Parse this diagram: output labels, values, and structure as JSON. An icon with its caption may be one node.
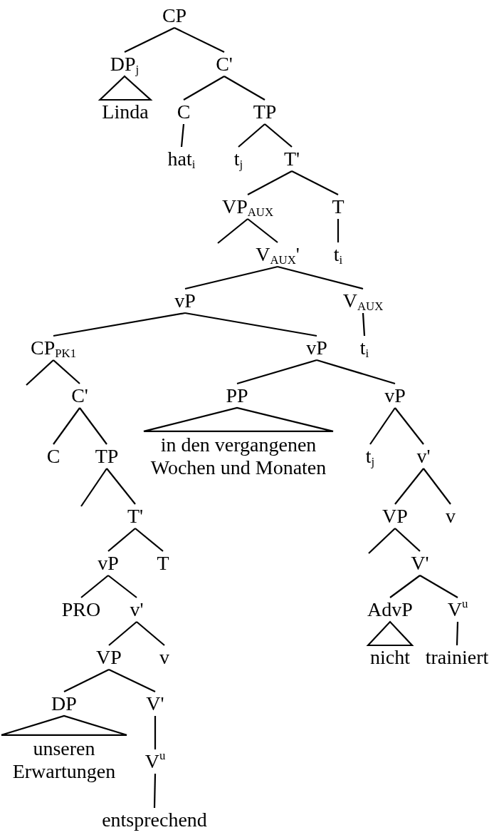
{
  "diagram": {
    "nodes": [
      {
        "text": [
          "CP"
        ]
      },
      {
        "text": [
          "DP$_{j}$"
        ]
      },
      {
        "text": [
          "C'"
        ]
      },
      {
        "text": [
          "Linda"
        ]
      },
      {
        "text": [
          "C"
        ]
      },
      {
        "text": [
          "TP"
        ]
      },
      {
        "text": [
          "hat$_{i}$"
        ]
      },
      {
        "text": [
          "t$_{j}$"
        ]
      },
      {
        "text": [
          "T'"
        ]
      },
      {
        "text": [
          "VP$_{AUX}$"
        ]
      },
      {
        "text": [
          "T"
        ]
      },
      {
        "text": [
          "V$_{AUX}$'"
        ]
      },
      {
        "text": [
          "t$_{i}$"
        ]
      },
      {
        "text": [
          "vP"
        ]
      },
      {
        "text": [
          "V$_{AUX}$"
        ]
      },
      {
        "text": [
          "CP$_{PK1}$"
        ]
      },
      {
        "text": [
          "vP"
        ]
      },
      {
        "text": [
          "t$_{i}$"
        ]
      },
      {
        "text": [
          "C'"
        ]
      },
      {
        "text": [
          "PP"
        ]
      },
      {
        "text": [
          "vP"
        ]
      },
      {
        "text": [
          "C"
        ]
      },
      {
        "text": [
          "TP"
        ]
      },
      {
        "text": [
          "in den vergangenen Wochen und Monaten"
        ]
      },
      {
        "text": [
          "t$_{j}$"
        ]
      },
      {
        "text": [
          "v'"
        ]
      },
      {
        "text": [
          "T'"
        ]
      },
      {
        "text": [
          "VP"
        ]
      },
      {
        "text": [
          "v"
        ]
      },
      {
        "text": [
          "vP"
        ]
      },
      {
        "text": [
          "T"
        ]
      },
      {
        "text": [
          "V'"
        ]
      },
      {
        "text": [
          "PRO"
        ]
      },
      {
        "text": [
          "v'"
        ]
      },
      {
        "text": [
          "AdvP"
        ]
      },
      {
        "text": [
          "V$^{u}$"
        ]
      },
      {
        "text": [
          "VP"
        ]
      },
      {
        "text": [
          "v"
        ]
      },
      {
        "text": [
          "nicht"
        ]
      },
      {
        "text": [
          "trainiert"
        ]
      },
      {
        "text": [
          "DP"
        ]
      },
      {
        "text": [
          "V'"
        ]
      },
      {
        "text": [
          "unseren Erwartungen"
        ]
      },
      {
        "text": [
          "V$^{u}$"
        ]
      },
      {
        "text": [
          "entsprechend"
        ]
      }
    ],
    "edges": [
      {
        "from": 0,
        "to": 1,
        "arrow": "none"
      },
      {
        "from": 0,
        "to": 2,
        "arrow": "none"
      },
      {
        "from": 1,
        "to": 3,
        "arrow": "none"
      },
      {
        "from": 2,
        "to": 4,
        "arrow": "none"
      },
      {
        "from": 2,
        "to": 5,
        "arrow": "none"
      },
      {
        "from": 4,
        "to": 6,
        "arrow": "none"
      },
      {
        "from": 5,
        "to": 7,
        "arrow": "none"
      },
      {
        "from": 5,
        "to": 8,
        "arrow": "none"
      },
      {
        "from": 8,
        "to": 9,
        "arrow": "none"
      },
      {
        "from": 8,
        "to": 10,
        "arrow": "none"
      },
      {
        "from": 9,
        "to": null,
        "arrow": "none"
      },
      {
        "from": 9,
        "to": 11,
        "arrow": "none"
      },
      {
        "from": 10,
        "to": 12,
        "arrow": "none"
      },
      {
        "from": 11,
        "to": 13,
        "arrow": "none"
      },
      {
        "from": 11,
        "to": 14,
        "arrow": "none"
      },
      {
        "from": 13,
        "to": 15,
        "arrow": "none"
      },
      {
        "from": 13,
        "to": 16,
        "arrow": "none"
      },
      {
        "from": 14,
        "to": 17,
        "arrow": "none"
      },
      {
        "from": 15,
        "to": null,
        "arrow": "none"
      },
      {
        "from": 15,
        "to": 18,
        "arrow": "none"
      },
      {
        "from": 16,
        "to": 19,
        "arrow": "none"
      },
      {
        "from": 16,
        "to": 20,
        "arrow": "none"
      },
      {
        "from": 18,
        "to": 21,
        "arrow": "none"
      },
      {
        "from": 18,
        "to": 22,
        "arrow": "none"
      },
      {
        "from": 19,
        "to": 23,
        "arrow": "none"
      },
      {
        "from": 20,
        "to": 24,
        "arrow": "none"
      },
      {
        "from": 20,
        "to": 25,
        "arrow": "none"
      },
      {
        "from": 22,
        "to": null,
        "arrow": "none"
      },
      {
        "from": 22,
        "to": 26,
        "arrow": "none"
      },
      {
        "from": 25,
        "to": 27,
        "arrow": "none"
      },
      {
        "from": 25,
        "to": 28,
        "arrow": "none"
      },
      {
        "from": 26,
        "to": 29,
        "arrow": "none"
      },
      {
        "from": 26,
        "to": 30,
        "arrow": "none"
      },
      {
        "from": 27,
        "to": null,
        "arrow": "none"
      },
      {
        "from": 27,
        "to": 31,
        "arrow": "none"
      },
      {
        "from": 29,
        "to": 32,
        "arrow": "none"
      },
      {
        "from": 29,
        "to": 33,
        "arrow": "none"
      },
      {
        "from": 31,
        "to": 34,
        "arrow": "none"
      },
      {
        "from": 31,
        "to": 35,
        "arrow": "none"
      },
      {
        "from": 33,
        "to": 36,
        "arrow": "none"
      },
      {
        "from": 33,
        "to": 37,
        "arrow": "none"
      },
      {
        "from": 34,
        "to": 38,
        "arrow": "none"
      },
      {
        "from": 35,
        "to": 39,
        "arrow": "none"
      },
      {
        "from": 36,
        "to": 40,
        "arrow": "none"
      },
      {
        "from": 36,
        "to": 41,
        "arrow": "none"
      },
      {
        "from": 40,
        "to": 42,
        "arrow": "none"
      },
      {
        "from": 41,
        "to": 43,
        "arrow": "none"
      },
      {
        "from": 43,
        "to": 44,
        "arrow": "none"
      }
    ]
  }
}
